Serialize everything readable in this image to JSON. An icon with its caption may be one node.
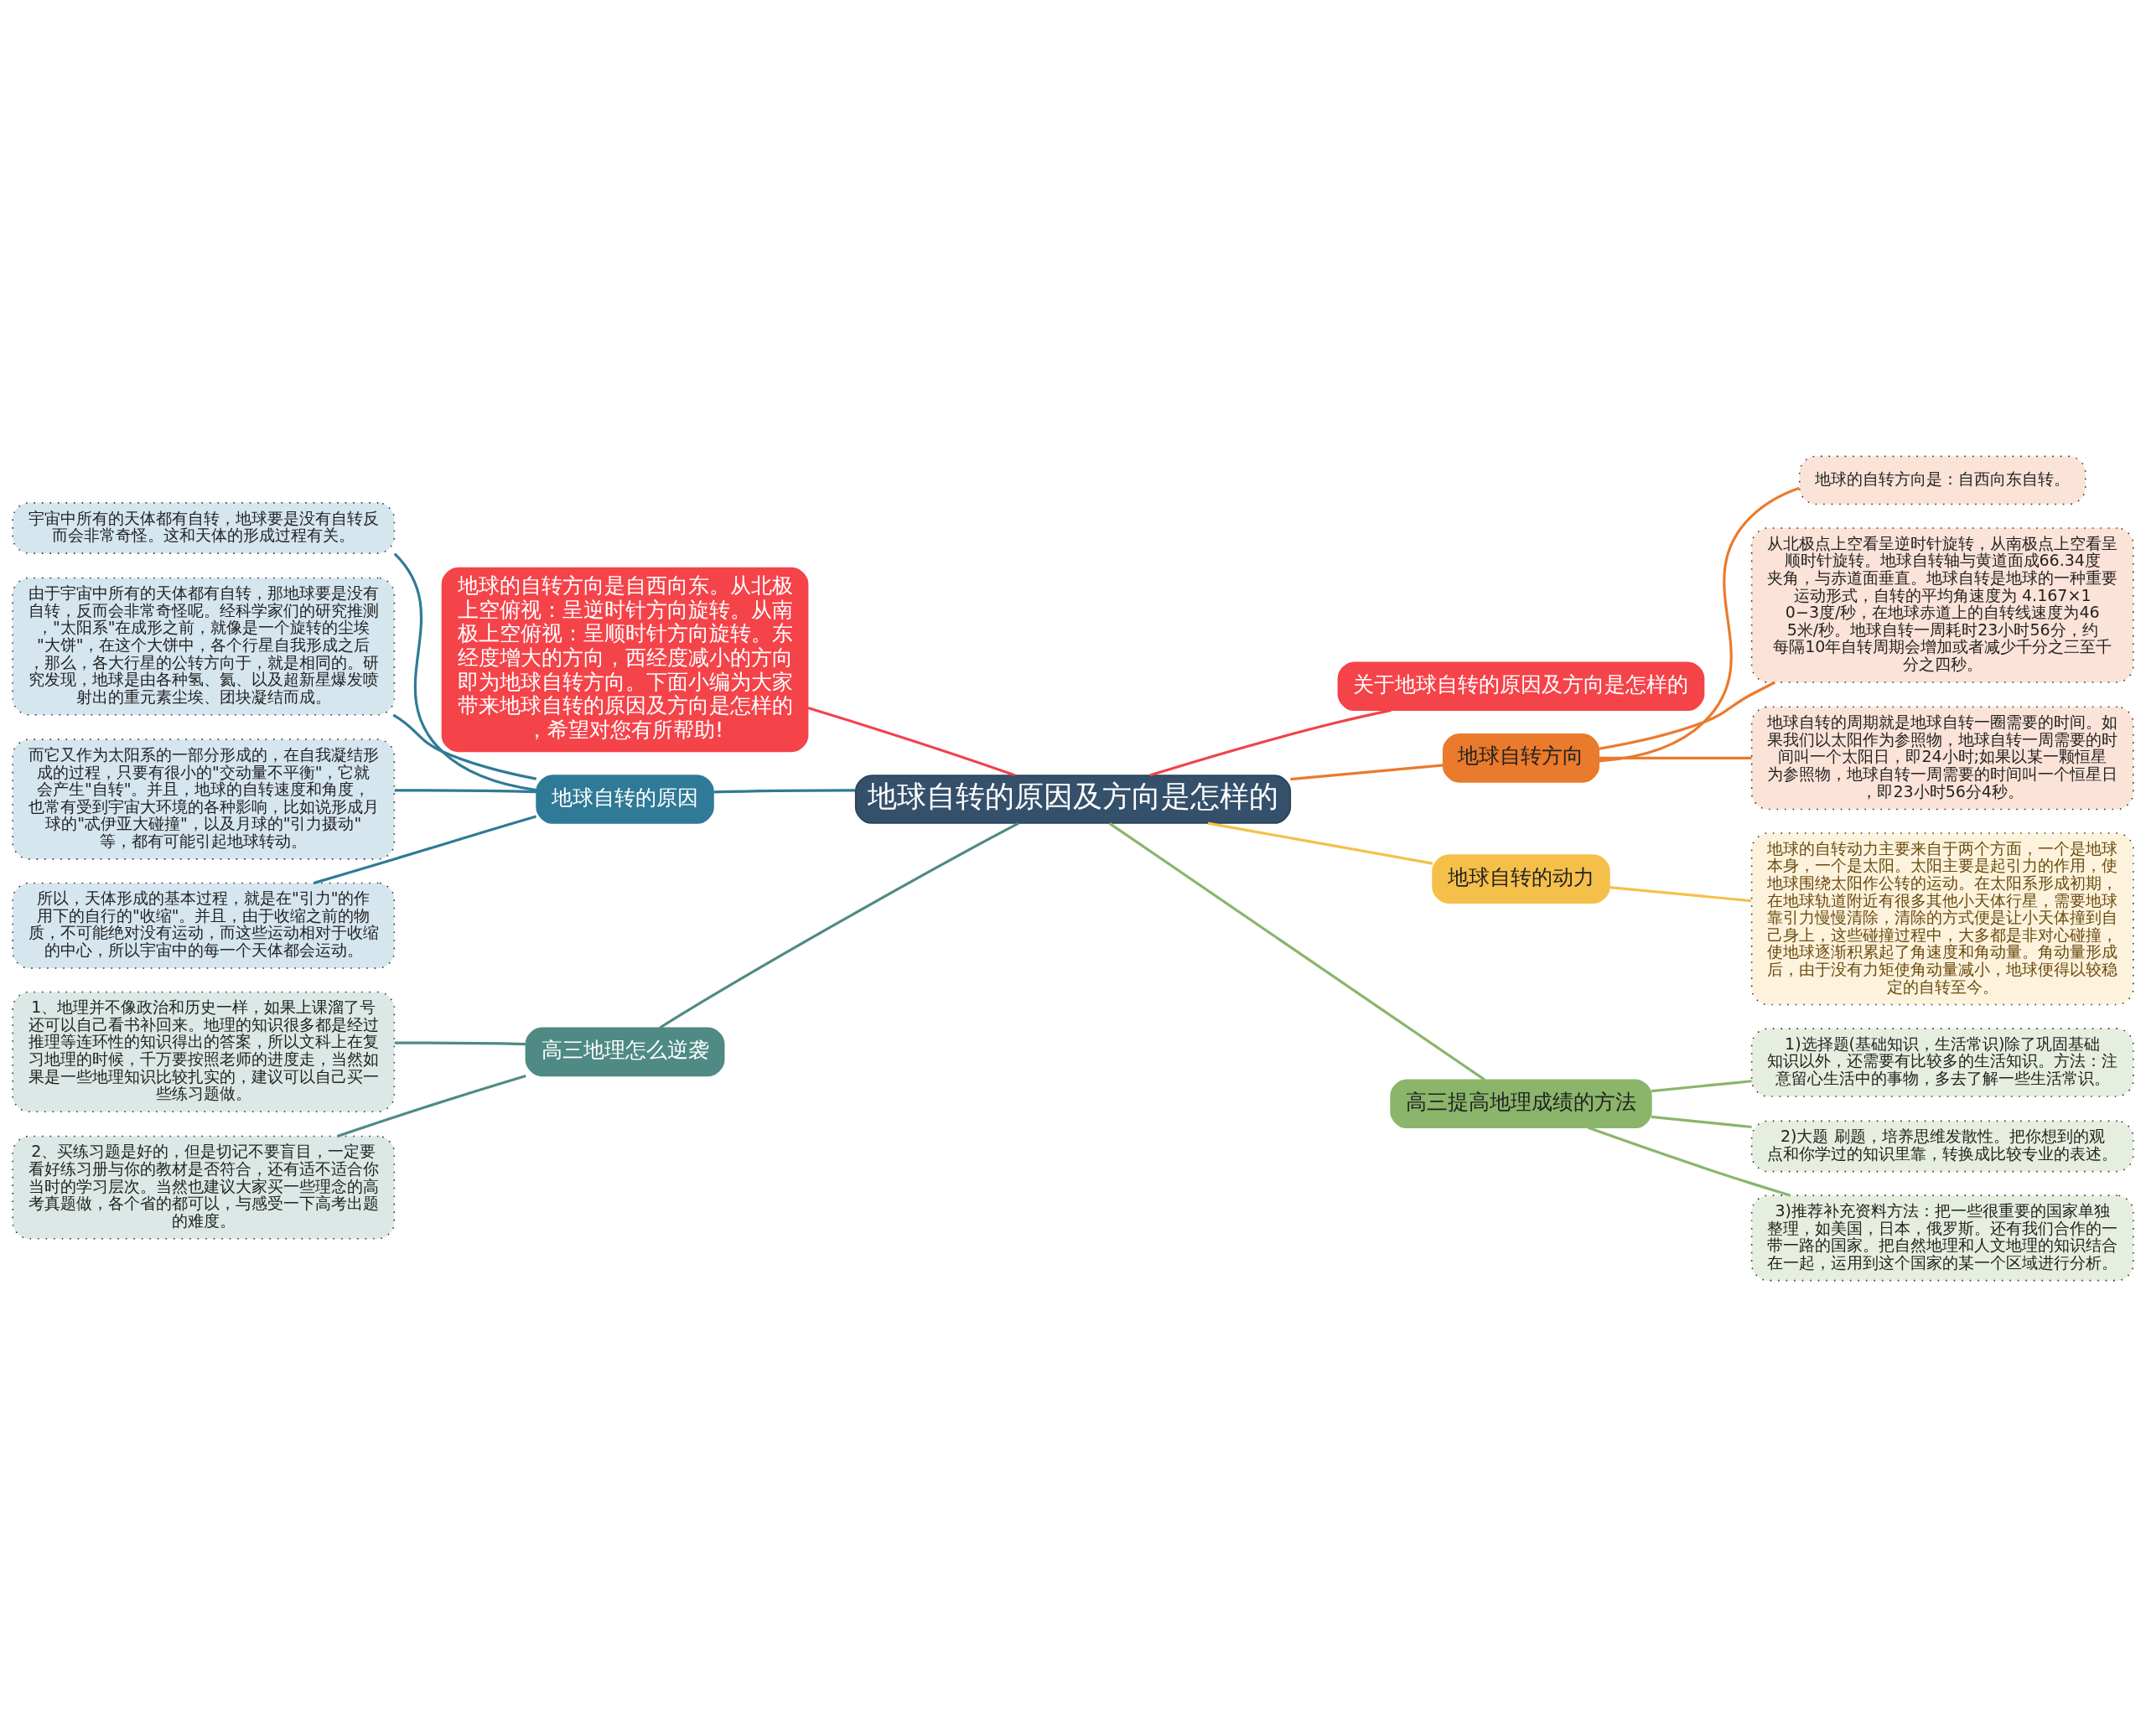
{
  "diagram": {
    "nodes": [
      {
        "text": [
          "地球自转的原因及方向是怎样的"
        ]
      },
      {
        "text": [
          "地球的自转方向是自西向东。从北极上空俯视：呈逆时针方向旋转。从南极上空俯视：呈顺时针方向旋转。东经度增大的方向，西经度减小的方向即为地球自转方向。下面小编为大家带来地球自转的原因及方向是怎样的，希望对您有所帮助!"
        ]
      },
      {
        "text": [
          "地球自转的原因"
        ]
      },
      {
        "text": [
          "宇宙中所有的天体都有自转，地球要是没有自转反而会非常奇怪。这和天体的形成过程有关。"
        ]
      },
      {
        "text": [
          "由于宇宙中所有的天体都有自转，那地球要是没有自转，反而会非常奇怪呢。经科学家们的研究推测，\"太阳系\"在成形之前，就像是一个旋转的尘埃\"大饼\"，在这个大饼中，各个行星自我形成之后，那么，各大行星的公转方向于，就是相同的。研究发现，地球是由各种氢、氦、以及超新星爆发喷射出的重元素尘埃、团块凝结而成。"
        ]
      },
      {
        "text": [
          "而它又作为太阳系的一部分形成的，在自我凝结形成的过程，只要有很小的\"交动量不平衡\"，它就会产生\"自转\"。并且，地球的自转速度和角度，也常有受到宇宙大环境的各种影响，比如说形成月球的\"忒伊亚大碰撞\"，以及月球的\"引力摄动\"等，都有可能引起地球转动。"
        ]
      },
      {
        "text": [
          "所以，天体形成的基本过程，就是在\"引力\"的作用下的自行的\"收缩\"。并且，由于收缩之前的物质，不可能绝对没有运动，而这些运动相对于收缩的中心，所以宇宙中的每一个天体都会运动。"
        ]
      },
      {
        "text": [
          "高三地理怎么逆袭"
        ]
      },
      {
        "text": [
          "1、地理并不像政治和历史一样，如果上课溜了号还可以自己看书补回来。地理的知识很多都是经过推理等连环性的知识得出的答案，所以文科上在复习地理的时候，千万要按照老师的进度走，当然如果是一些地理知识比较扎实的，建议可以自己买一些练习题做。"
        ]
      },
      {
        "text": [
          "2、买练习题是好的，但是切记不要盲目，一定要看好练习册与你的教材是否符合，还有适不适合你当时的学习层次。当然也建议大家买一些理念的高考真题做，各个省的都可以，与感受一下高考出题的难度。"
        ]
      },
      {
        "text": [
          "关于地球自转的原因及方向是怎样的"
        ]
      },
      {
        "text": [
          "地球自转方向"
        ]
      },
      {
        "text": [
          "地球的自转方向是：自西向东自转。"
        ]
      },
      {
        "text": [
          "从北极点上空看呈逆时针旋转，从南极点上空看呈顺时针旋转。地球自转轴与黄道面成66.34度夹角，与赤道面垂直。地球自转是地球的一种重要运动形式，自转的平均角速度为 4.167×10−3度/秒，在地球赤道上的自转线速度为465米/秒。地球自转一周耗时23小时56分，约每隔10年自转周期会增加或者减少千分之三至千分之四秒。"
        ]
      },
      {
        "text": [
          "地球自转的周期就是地球自转一圈需要的时间。如果我们以太阳作为参照物，地球自转一周需要的时间叫一个太阳日，即24小时;如果以某一颗恒星为参照物，地球自转一周需要的时间叫一个恒星日，即23小时56分4秒。"
        ]
      },
      {
        "text": [
          "地球自转的动力"
        ]
      },
      {
        "text": [
          "地球的自转动力主要来自于两个方面，一个是地球本身，一个是太阳。太阳主要是起引力的作用，使地球围绕太阳作公转的运动。在太阳系形成初期，在地球轨道附近有很多其他小天体行星，需要地球靠引力慢慢清除，清除的方式便是让小天体撞到自己身上，这些碰撞过程中，大多都是非对心碰撞，使地球逐渐积累起了角速度和角动量。角动量形成后，由于没有力矩使角动量减小，地球便得以较稳定的自转至今。"
        ]
      },
      {
        "text": [
          "高三提高地理成绩的方法"
        ]
      },
      {
        "text": [
          "1)选择题(基础知识，生活常识)除了巩固基础知识以外，还需要有比较多的生活知识。方法：注意留心生活中的事物，多去了解一些生活常识。"
        ]
      },
      {
        "text": [
          "2)大题 刷题，培养思维发散性。把你想到的观点和你学过的知识里靠，转换成比较专业的表述。"
        ]
      },
      {
        "text": [
          "3)推荐补充资料方法：把一些很重要的国家单独整理，如美国，日本，俄罗斯。还有我们合作的一带一路的国家。把自然地理和人文地理的知识结合在一起，运用到这个国家的某一个区域进行分析。"
        ]
      }
    ],
    "edges": [
      {
        "from": 0,
        "to": 1,
        "arrow": "none",
        "color": "#f0434a"
      },
      {
        "from": 0,
        "to": 2,
        "arrow": "none",
        "color": "#2f7a96"
      },
      {
        "from": 2,
        "to": 3,
        "arrow": "none",
        "color": "#2f7a96"
      },
      {
        "from": 2,
        "to": 4,
        "arrow": "none",
        "color": "#2f7a96"
      },
      {
        "from": 2,
        "to": 5,
        "arrow": "none",
        "color": "#2f7a96"
      },
      {
        "from": 2,
        "to": 6,
        "arrow": "none",
        "color": "#2f7a96"
      },
      {
        "from": 0,
        "to": 7,
        "arrow": "none",
        "color": "#4f8a84"
      },
      {
        "from": 7,
        "to": 8,
        "arrow": "none",
        "color": "#4f8a84"
      },
      {
        "from": 7,
        "to": 9,
        "arrow": "none",
        "color": "#4f8a84"
      },
      {
        "from": 0,
        "to": 10,
        "arrow": "none",
        "color": "#f0434a"
      },
      {
        "from": 0,
        "to": 11,
        "arrow": "none",
        "color": "#ea7a2c"
      },
      {
        "from": 11,
        "to": 12,
        "arrow": "none",
        "color": "#ea7a2c"
      },
      {
        "from": 11,
        "to": 13,
        "arrow": "none",
        "color": "#ea7a2c"
      },
      {
        "from": 11,
        "to": 14,
        "arrow": "none",
        "color": "#ea7a2c"
      },
      {
        "from": 0,
        "to": 15,
        "arrow": "none",
        "color": "#f5c04a"
      },
      {
        "from": 15,
        "to": 16,
        "arrow": "none",
        "color": "#f5c04a"
      },
      {
        "from": 0,
        "to": 17,
        "arrow": "none",
        "color": "#8ab56a"
      },
      {
        "from": 17,
        "to": 18,
        "arrow": "none",
        "color": "#8ab56a"
      },
      {
        "from": 17,
        "to": 19,
        "arrow": "none",
        "color": "#8ab56a"
      },
      {
        "from": 17,
        "to": 20,
        "arrow": "none",
        "color": "#8ab56a"
      }
    ]
  }
}
